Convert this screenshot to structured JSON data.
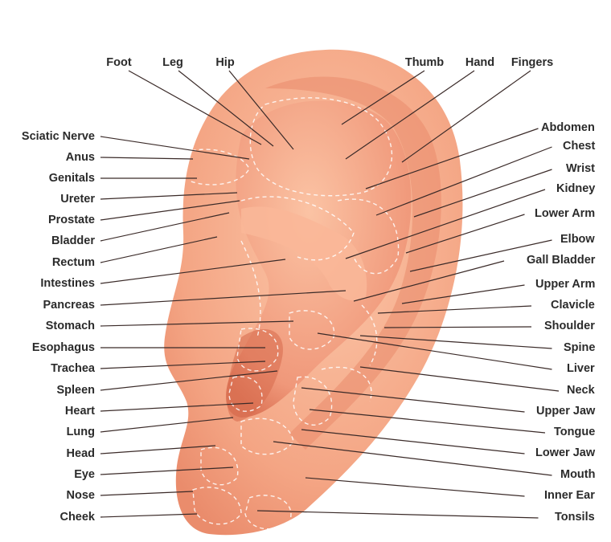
{
  "title": "Ear reflexology map",
  "colors": {
    "ear_light": "#fbc4a6",
    "ear_mid": "#f3a07f",
    "ear_dark": "#e27a5c",
    "line": "#3a2a28",
    "text": "#2b2b2b"
  },
  "top_labels": [
    "Foot",
    "Leg",
    "Hip",
    "Thumb",
    "Hand",
    "Fingers"
  ],
  "left_labels": [
    "Sciatic Nerve",
    "Anus",
    "Genitals",
    "Ureter",
    "Prostate",
    "Bladder",
    "Rectum",
    "Intestines",
    "Pancreas",
    "Stomach",
    "Esophagus",
    "Trachea",
    "Spleen",
    "Heart",
    "Lung",
    "Head",
    "Eye",
    "Nose",
    "Cheek"
  ],
  "right_labels": [
    "Abdomen",
    "Chest",
    "Wrist",
    "Kidney",
    "Lower Arm",
    "Elbow",
    "Gall Bladder",
    "Upper Arm",
    "Clavicle",
    "Shoulder",
    "Spine",
    "Liver",
    "Neck",
    "Upper Jaw",
    "Tongue",
    "Lower Jaw",
    "Mouth",
    "Inner Ear",
    "Tonsils"
  ]
}
